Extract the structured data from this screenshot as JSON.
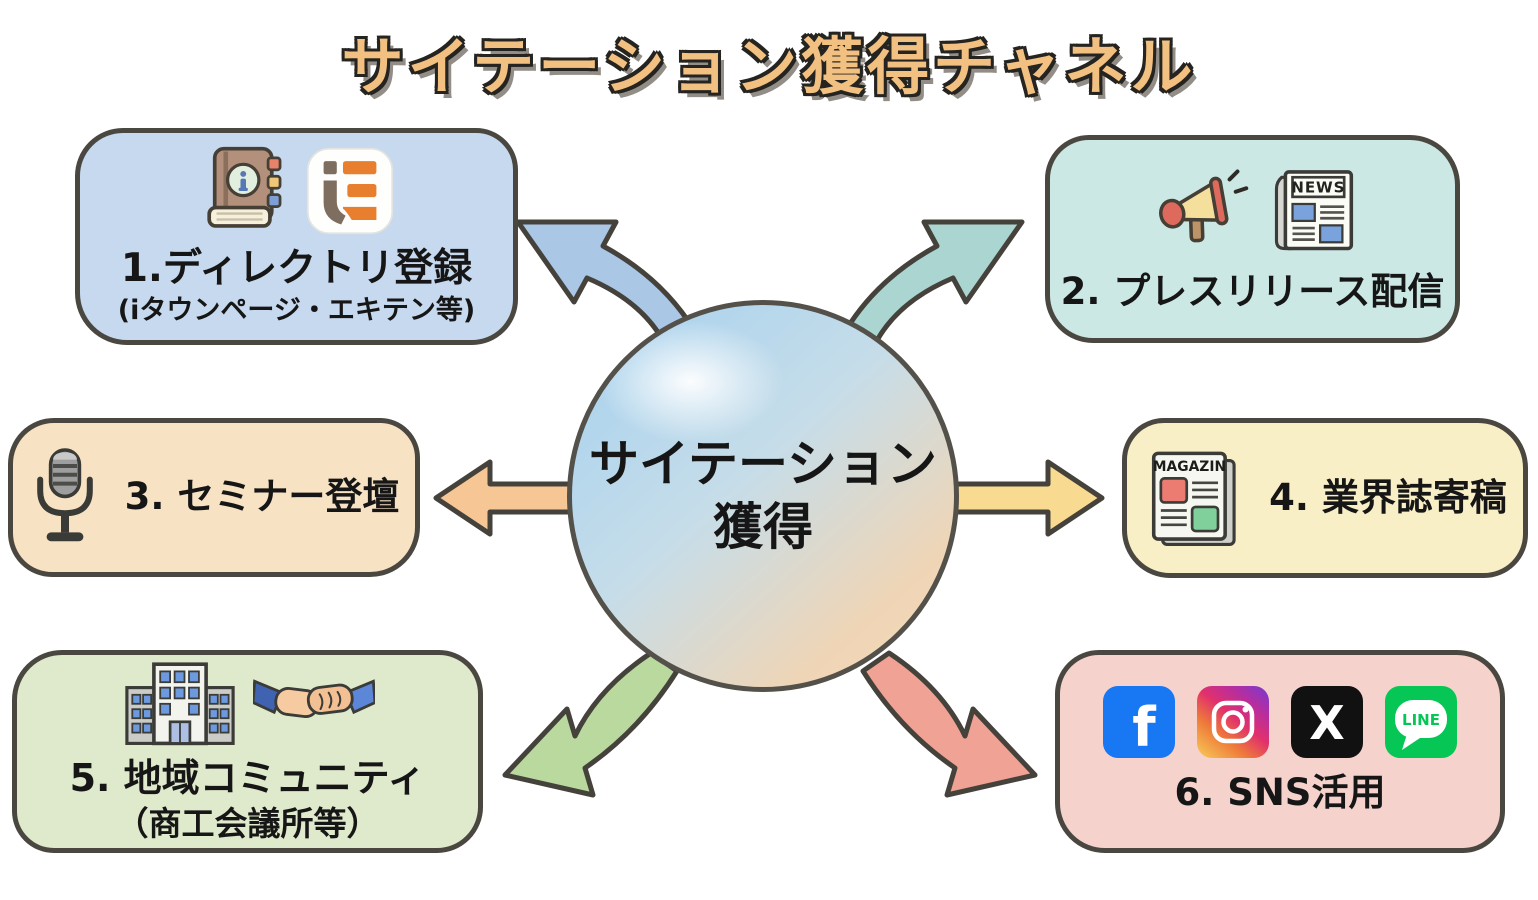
{
  "title": "サイテーション獲得チャネル",
  "center": {
    "line1": "サイテーション",
    "line2": "獲得"
  },
  "boxes": {
    "directory": {
      "label": "1.ディレクトリ登録",
      "sublabel": "(iタウンページ・エキテン等)",
      "color": "#c6d9ee",
      "icons": [
        "address-book-icon",
        "ekiten-logo-icon"
      ]
    },
    "press": {
      "label": "2. プレスリリース配信",
      "color": "#cce8e5",
      "icons": [
        "megaphone-icon",
        "newspaper-icon"
      ],
      "newspaper_title": "NEWS"
    },
    "seminar": {
      "label": "3. セミナー登壇",
      "color": "#f8e2c4",
      "icons": [
        "microphone-icon"
      ]
    },
    "magazine": {
      "label": "4. 業界誌寄稿",
      "color": "#f9efc6",
      "icons": [
        "magazine-icon"
      ],
      "magazine_title": "MAGAZIN"
    },
    "community": {
      "label": "5. 地域コミュニティ",
      "sublabel": "（商工会議所等）",
      "color": "#dfe9cb",
      "icons": [
        "buildings-icon",
        "handshake-icon"
      ]
    },
    "sns": {
      "label": "6. SNS活用",
      "color": "#f5d2cb",
      "icons": [
        "facebook-icon",
        "instagram-icon",
        "x-icon",
        "line-icon"
      ],
      "facebook_letter": "f",
      "x_letter": "X",
      "line_label": "LINE"
    }
  },
  "arrows": {
    "to_directory": "#aac7e6",
    "to_press": "#abd5d1",
    "to_seminar": "#f6c695",
    "to_magazine": "#f8db90",
    "to_community": "#b9d99e",
    "to_sns": "#f0a295"
  },
  "colors": {
    "title_fill": "#f2c182",
    "title_outline": "#262420",
    "outline": "#45423c",
    "background": "#ffffff",
    "circle_top": "#a9d2ee",
    "circle_bottom": "#f5dcb8",
    "text": "#161616"
  }
}
